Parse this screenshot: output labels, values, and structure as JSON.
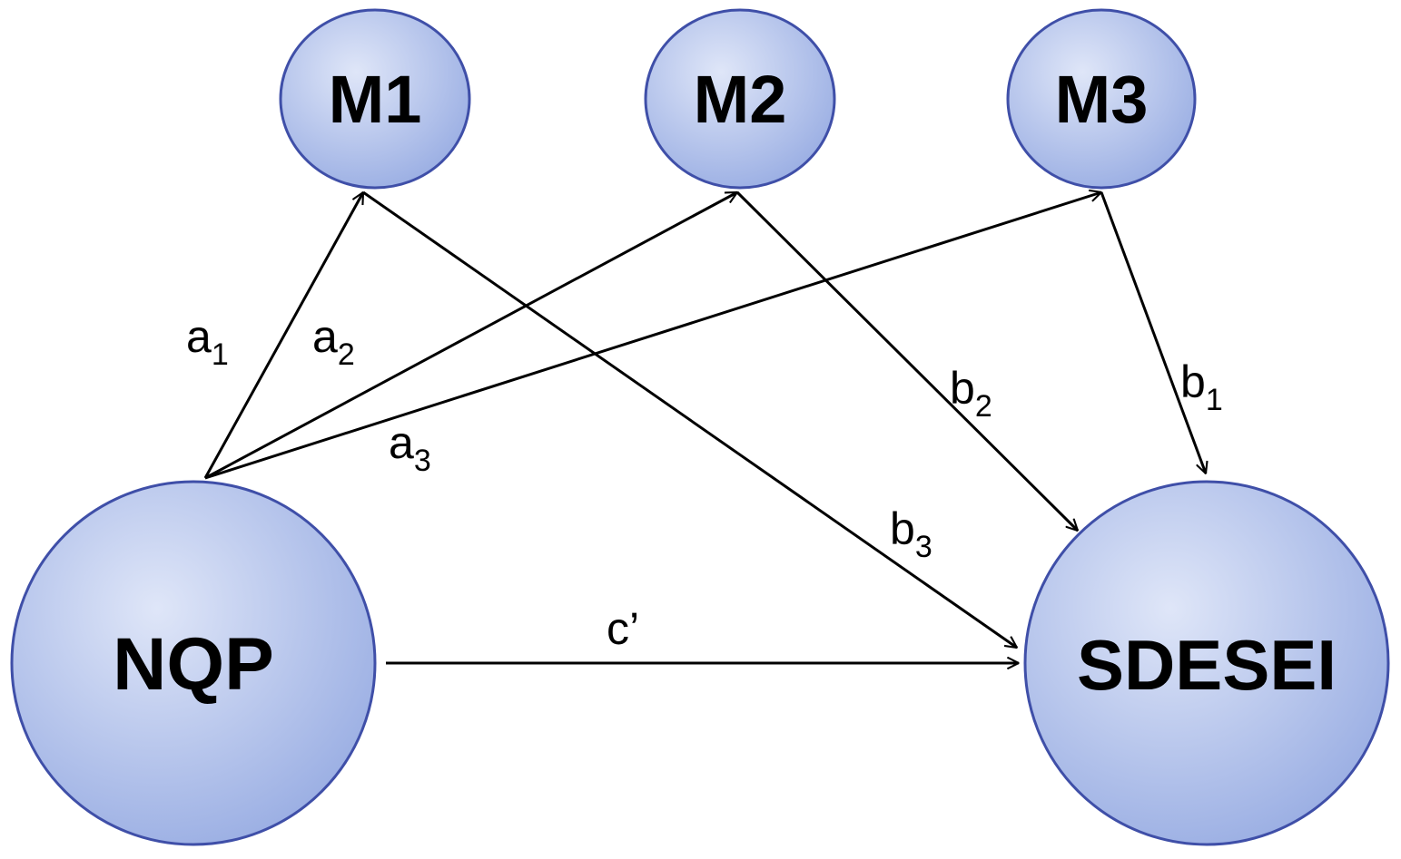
{
  "colors": {
    "node_fill_light": "#dfe6f8",
    "node_fill_dark": "#9aaee3",
    "node_stroke": "#3f4fa8",
    "edge": "#000000"
  },
  "nodes": {
    "m1": {
      "label": "M1"
    },
    "m2": {
      "label": "M2"
    },
    "m3": {
      "label": "M3"
    },
    "nqp": {
      "label": "NQP"
    },
    "sdesei": {
      "label": "SDESEI"
    }
  },
  "edges": {
    "a1": {
      "base": "a",
      "sub": "1"
    },
    "a2": {
      "base": "a",
      "sub": "2"
    },
    "a3": {
      "base": "a",
      "sub": "3"
    },
    "b1": {
      "base": "b",
      "sub": "1"
    },
    "b2": {
      "base": "b",
      "sub": "2"
    },
    "b3": {
      "base": "b",
      "sub": "3"
    },
    "c_prime": {
      "base": "c’"
    }
  }
}
